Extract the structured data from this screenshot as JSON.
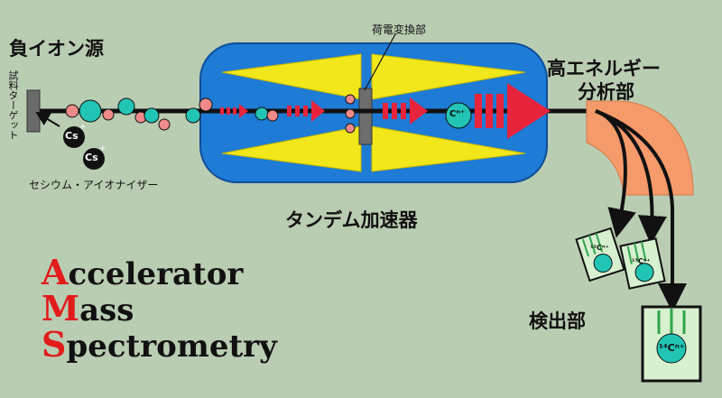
{
  "labels": {
    "ion_source": "負イオン源",
    "sample_target": "試料ターゲット",
    "cs_ion": "Cs",
    "cs_charge": "+",
    "cs_ionizer": "セシウム・アイオナイザー",
    "stripper": "荷電変換部",
    "tandem": "タンデム加速器",
    "magnet_line1": "高エネルギー",
    "magnet_line2": "分析部",
    "detector": "検出部",
    "cn_plus": "Cⁿ⁺",
    "c12": "¹²Cⁿ⁺",
    "c13": "¹³Cⁿ⁺",
    "c14": "¹⁴Cⁿ⁺"
  },
  "ams": {
    "line1_cap": "A",
    "line1_rest": "ccelerator",
    "line2_cap": "M",
    "line2_rest": "ass",
    "line3_cap": "S",
    "line3_rest": "pectrometry"
  },
  "colors": {
    "background": "#b9cdb2",
    "accelerator": "#1e7bd6",
    "electrode": "#f1e71a",
    "beam": "#111111",
    "ion": "#22c4b4",
    "negative_ion": "#f08a8a",
    "arrow": "#e8243c",
    "magnet": "#f59a6a",
    "ams_accent": "#e21b1b"
  }
}
